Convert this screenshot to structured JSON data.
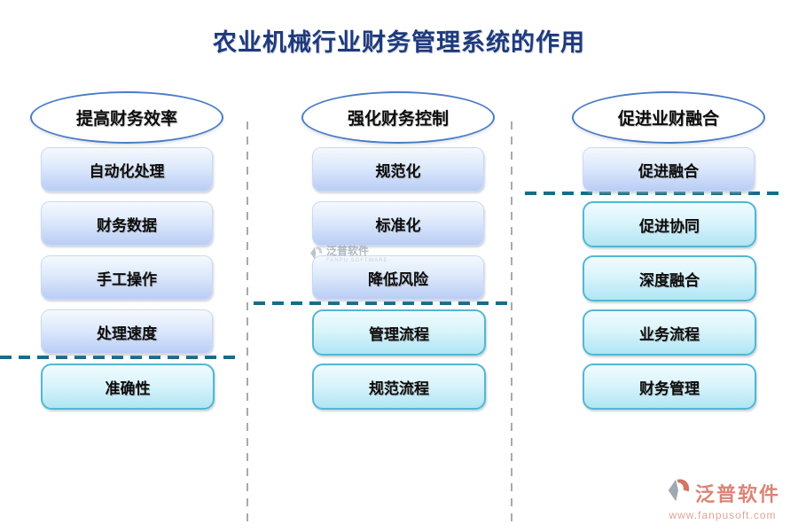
{
  "title": "农业机械行业财务管理系统的作用",
  "columns": [
    {
      "header": "提高财务效率",
      "items": [
        {
          "label": "自动化处理",
          "style": "blue"
        },
        {
          "label": "财务数据",
          "style": "blue"
        },
        {
          "label": "手工操作",
          "style": "blue"
        },
        {
          "label": "处理速度",
          "style": "blue"
        },
        {
          "label": "准确性",
          "style": "cyan"
        }
      ],
      "divider_after_item": 4
    },
    {
      "header": "强化财务控制",
      "items": [
        {
          "label": "规范化",
          "style": "blue"
        },
        {
          "label": "标准化",
          "style": "blue"
        },
        {
          "label": "降低风险",
          "style": "blue"
        },
        {
          "label": "管理流程",
          "style": "cyan"
        },
        {
          "label": "规范流程",
          "style": "cyan"
        }
      ],
      "divider_after_item": 3
    },
    {
      "header": "促进业财融合",
      "items": [
        {
          "label": "促进融合",
          "style": "blue"
        },
        {
          "label": "促进协同",
          "style": "cyan"
        },
        {
          "label": "深度融合",
          "style": "cyan"
        },
        {
          "label": "业务流程",
          "style": "cyan"
        },
        {
          "label": "财务管理",
          "style": "cyan"
        }
      ],
      "divider_after_item": 1
    }
  ],
  "watermark": {
    "brand": "泛普软件",
    "subtitle": "FANPU SOFTWARE"
  },
  "footer_logo": {
    "brand": "泛普软件",
    "url": "www.fanpusoft.com"
  },
  "colors": {
    "title_text": "#1e3a7d",
    "ellipse_border": "#4a7cc7",
    "blue_box": "#b9cdf5",
    "cyan_box": "#b0e5f4",
    "cyan_border": "#54b6d2",
    "teal_dash_line": "#176c8c",
    "gray_dash_line": "#a9a9a9",
    "logo_red": "#d87a6a"
  }
}
